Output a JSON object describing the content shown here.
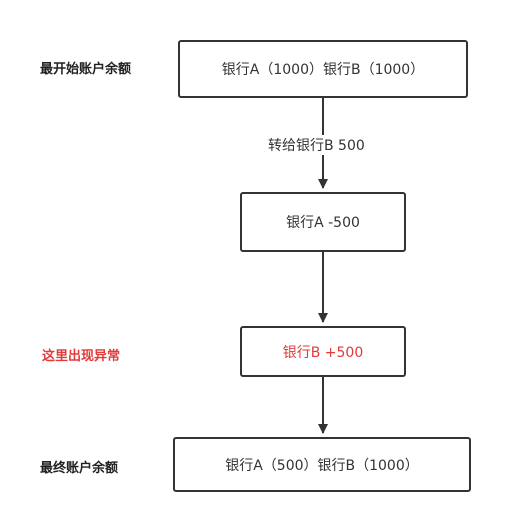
{
  "labels": {
    "initial_balance": "最开始账户余额",
    "exception": "这里出现异常",
    "final_balance": "最终账户余额"
  },
  "nodes": {
    "start": "银行A（1000）银行B（1000）",
    "debit_a": "银行A -500",
    "credit_b": "银行B  +500",
    "end": "银行A（500）银行B（1000）"
  },
  "edges": {
    "transfer": "转给银行B 500"
  },
  "colors": {
    "stroke": "#333333",
    "text": "#333333",
    "alert": "#e03a3a"
  }
}
